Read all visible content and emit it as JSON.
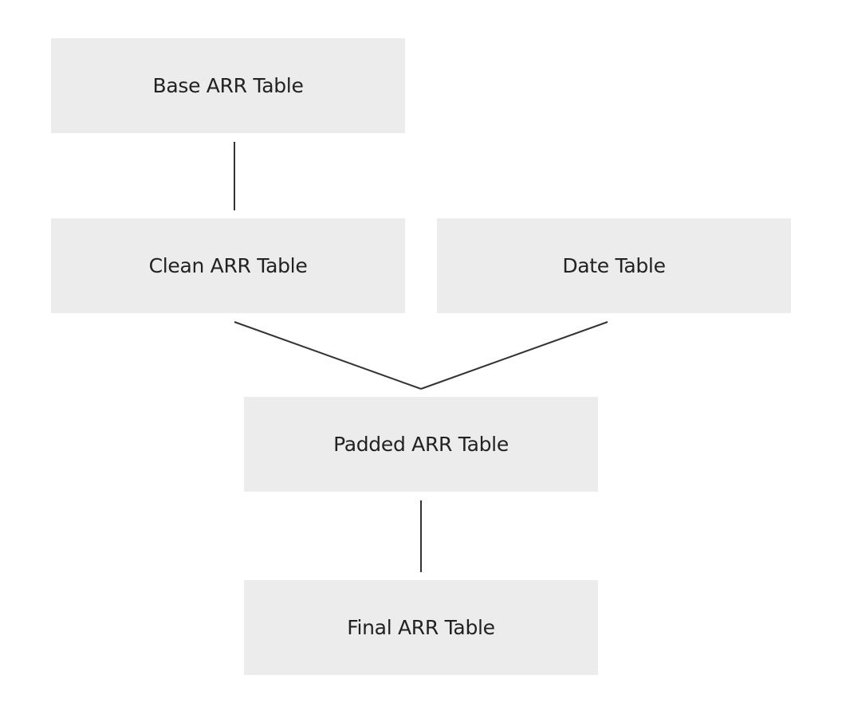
{
  "nodes": {
    "base": "Base ARR Table",
    "clean": "Clean ARR Table",
    "date": "Date Table",
    "padded": "Padded ARR Table",
    "final": "Final ARR Table"
  },
  "edges": [
    {
      "from": "base",
      "to": "clean"
    },
    {
      "from": "clean",
      "to": "padded"
    },
    {
      "from": "date",
      "to": "padded"
    },
    {
      "from": "padded",
      "to": "final"
    }
  ],
  "colors": {
    "node_fill": "#ececec",
    "edge": "#333333",
    "text": "#222222"
  }
}
